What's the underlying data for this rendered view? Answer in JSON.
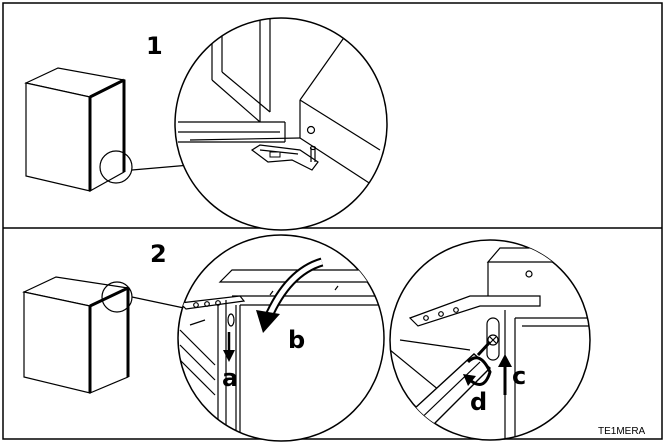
{
  "steps": {
    "step1_number": "1",
    "step2_number": "2"
  },
  "callouts": {
    "a": "a",
    "b": "b",
    "c": "c",
    "d": "d"
  },
  "reference_code": "TE1MERA"
}
